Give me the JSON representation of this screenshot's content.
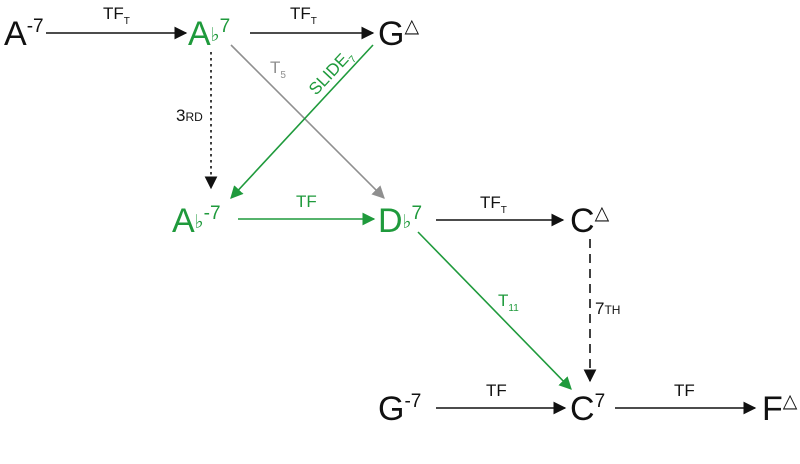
{
  "colors": {
    "black": "#111111",
    "green": "#1f9a3c",
    "gray": "#8f8f8f"
  },
  "chords": {
    "a_min7": {
      "root": "A",
      "quality": "-7"
    },
    "ab_dom7": {
      "root": "A",
      "accidental": "♭",
      "quality": "7"
    },
    "g_maj7": {
      "root": "G",
      "quality": "△"
    },
    "ab_min7": {
      "root": "A",
      "accidental": "♭",
      "quality": "-7"
    },
    "db_dom7": {
      "root": "D",
      "accidental": "♭",
      "quality": "7"
    },
    "c_maj7": {
      "root": "C",
      "quality": "△"
    },
    "g_min7": {
      "root": "G",
      "quality": "-7"
    },
    "c_dom7": {
      "root": "C",
      "quality": "7"
    },
    "f_maj7": {
      "root": "F",
      "quality": "△"
    }
  },
  "edges": {
    "a_to_ab": {
      "label": "TF",
      "sub": "T"
    },
    "ab_to_g": {
      "label": "TF",
      "sub": "T"
    },
    "ab_to_db": {
      "label": "T",
      "sub": "5"
    },
    "g_to_abm": {
      "label": "SLIDE",
      "sub": "7"
    },
    "ab_to_abm": {
      "label": "3",
      "sub": "RD"
    },
    "abm_to_db": {
      "label": "TF"
    },
    "db_to_c": {
      "label": "TF",
      "sub": "T"
    },
    "db_to_c7": {
      "label": "T",
      "sub": "11"
    },
    "cmaj_to_c7": {
      "label": "7",
      "sub": "TH"
    },
    "gm_to_c7": {
      "label": "TF"
    },
    "c7_to_f": {
      "label": "TF"
    }
  }
}
